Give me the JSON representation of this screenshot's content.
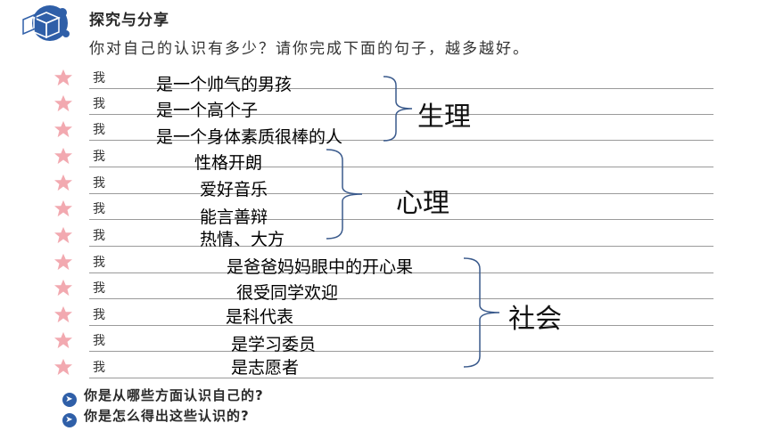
{
  "header": {
    "title": "探究与分享",
    "prompt": "你对自己的认识有多少？请你完成下面的句子，越多越好。"
  },
  "rows": [
    {
      "prefix": "我"
    },
    {
      "prefix": "我"
    },
    {
      "prefix": "我"
    },
    {
      "prefix": "我"
    },
    {
      "prefix": "我"
    },
    {
      "prefix": "我"
    },
    {
      "prefix": "我"
    },
    {
      "prefix": "我"
    },
    {
      "prefix": "我"
    },
    {
      "prefix": "我"
    },
    {
      "prefix": "我"
    },
    {
      "prefix": "我"
    }
  ],
  "answers": [
    "是一个帅气的男孩",
    "是一个高个子",
    "是一个身体素质很棒的人",
    "性格开朗",
    "爱好音乐",
    "能言善辩",
    "热情、大方",
    "是爸爸妈妈眼中的开心果",
    "很受同学欢迎",
    "是科代表",
    "是学习委员",
    "是志愿者"
  ],
  "categories": {
    "physical": "生理",
    "psychological": "心理",
    "social": "社会"
  },
  "questions": [
    "你是从哪些方面认识自己的?",
    "你是怎么得出这些认识的?"
  ],
  "colors": {
    "star": "#f2a9b0",
    "bullet": "#2f5fa8",
    "brace": "#3a5a8c"
  }
}
